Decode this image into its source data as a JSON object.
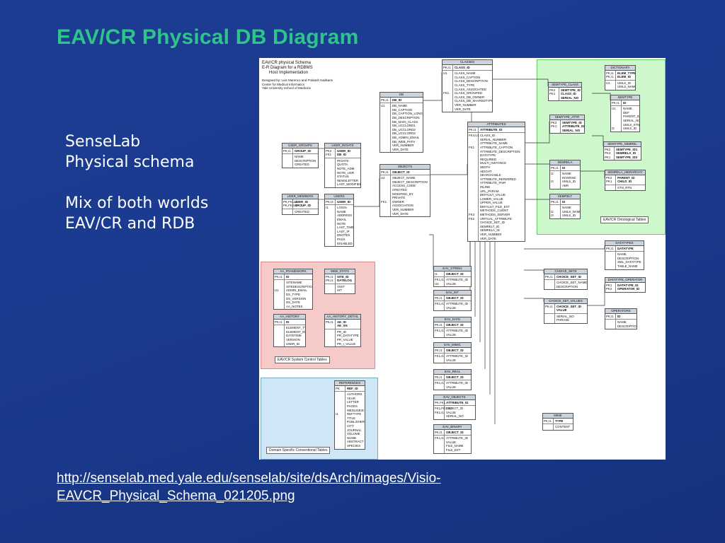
{
  "slide": {
    "title": "EAV/CR Physical DB Diagram",
    "bullets": [
      "SenseLab",
      "Physical schema",
      "",
      "Mix of both worlds",
      "EAV/CR and RDB"
    ],
    "link_lines": [
      "http://senselab.med.yale.edu/senselab/site/dsArch/images/Visio-",
      "EAVCR_Physical_Schema_021205.png"
    ]
  },
  "diagram": {
    "note": {
      "lines": [
        "EAV/CR physical Schema",
        "E-R Diagram for a RDBMS",
        "Host Implementation"
      ],
      "credits": [
        "Designed by: Luis Marenco and Prakash Nadkarni",
        "Center for Medical Informatics",
        "Yale University School of Medicine"
      ]
    },
    "region_labels": {
      "green": "EAV/CR Ontological Tables",
      "pink": "EAV/CR System Control Tables",
      "blue": "Domain Specific Conventional Tables"
    },
    "colors": {
      "green": "#ccf8cc",
      "pink": "#f7caca",
      "blue": "#cfe6f7",
      "header": "#cbd3dc"
    },
    "tables": [
      {
        "id": "classes",
        "name": "CLASSES",
        "rows": [
          {
            "k": "PK,I1",
            "f": "CLASS_ID",
            "b": true
          },
          {
            "k": "U1\n\n\n\n\nFK1",
            "f": "CLASS_NAME\nCLASS_CAPTION\nCLASS_DESCRIPTION\nCLASS_TYPE\nCLASS_ASSOCIATED\nCLASS_GROUPED\nCLASS_DB_OWNER\nCLASS_DB_SHAREDTYPE\nVER_NUMBER\nVER_DATE"
          }
        ]
      },
      {
        "id": "db",
        "name": "DB",
        "rows": [
          {
            "k": "PK,I1",
            "f": "DB_ID",
            "b": true
          },
          {
            "k": "U1",
            "f": "DB_NAME\nDB_CAPTION\nDB_CAPTION_LONG\nDB_DESCRIPTION\nDB_MAIN_CLASS\nDB_UCCLORD1\nDB_UCCLORD2\nDB_UCCLORD3\nDB_ADMIN_EMAIL\nDB_WEB_PATH\nVER_NUMBER\nVER_DATE"
          }
        ]
      },
      {
        "id": "dictionary",
        "name": "DICTIONARY",
        "rows": [
          {
            "k": "PK,I1\nPK,I1",
            "f": "ELEM_TYPE\nELEM_ID",
            "b": true
          },
          {
            "k": "U1",
            "f": "UMLS_ID\nUMLS_NAME"
          }
        ]
      },
      {
        "id": "semtype_class",
        "name": "SEMTYPE_CLASS",
        "rows": [
          {
            "k": "PK2\nPK1",
            "f": "SEMTYPE_ID\nCLASS_ID\nSERIAL_NO",
            "b": true
          }
        ]
      },
      {
        "id": "semtype",
        "name": "SEMTYPE",
        "rows": [
          {
            "k": "PK,I1",
            "f": "ID",
            "b": true
          },
          {
            "k": "U1\n\n\n\n\nI2",
            "f": "NAME\nDEF\nPARENT_ID\nSERIAL_NO\nUMLS_STN\nUMLS_ID"
          }
        ]
      },
      {
        "id": "semtype_attr",
        "name": "SEMTYPE_ATTR",
        "rows": [
          {
            "k": "PK2\nPK1",
            "f": "SEMTYPE_ID\nATTRIBUTE_ID\nSERIAL_NO",
            "b": true
          }
        ]
      },
      {
        "id": "semtype_semrel",
        "name": "SEMTYPE_SEMREL",
        "rows": [
          {
            "k": "PK2\nPK3\nPK1",
            "f": "SEMTYPE_ID1\nSEMRELA_ID\nSEMTYPE_ID2",
            "b": true
          }
        ]
      },
      {
        "id": "semrela",
        "name": "SEMRELA",
        "rows": [
          {
            "k": "PK,I1",
            "f": "ID",
            "b": true
          },
          {
            "k": "I2\n\nI3",
            "f": "NAME\nINVERSE\nUMLS_ID\nABR"
          }
        ]
      },
      {
        "id": "semrela_hier",
        "name": "SEMRELA_HIERARCHY",
        "rows": [
          {
            "k": "PK2\nPK1",
            "f": "PARENT_ID\nCHILD_ID",
            "b": true
          },
          {
            "k": "",
            "f": "STN_RTN"
          }
        ]
      },
      {
        "id": "semrelt",
        "name": "SEMRELT",
        "rows": [
          {
            "k": "PK,I1",
            "f": "ID",
            "b": true
          },
          {
            "k": "\nI2\nI3",
            "f": "NAME\nUMLS_NAME\nUMLS_ID"
          }
        ]
      },
      {
        "id": "user_groups",
        "name": "USER_GROUPS",
        "rows": [
          {
            "k": "PK,I1",
            "f": "GROUP_ID",
            "b": true
          },
          {
            "k": "",
            "f": "NAME\nDESCRIPTION\nCREATED"
          }
        ]
      },
      {
        "id": "user_rights",
        "name": "USER_RIGHTS",
        "rows": [
          {
            "k": "PK2\nFK1",
            "f": "USER_ID\nDB_ID",
            "b": true
          },
          {
            "k": "",
            "f": "RIGHTS\nQUOTA\nNOTE_ADM\nNOTE_USR\nSTATUS\nNEWSLETTER\nLAST_MODIFIED"
          }
        ]
      },
      {
        "id": "objects",
        "name": "OBJECTS",
        "rows": [
          {
            "k": "PK,I1",
            "f": "OBJECT_ID",
            "b": true
          },
          {
            "k": "U2\n\n\n\n\n\nFK1",
            "f": "OBJECT_NAME\nOBJECT_DESCRIPTION\nACCESS_CODE\nCREATED\nMODIFIED_BY\nPRIVATE\nOWNER\nASSOCIATION\nVER_NUMBER\nVER_DATE"
          }
        ]
      },
      {
        "id": "user_members",
        "name": "USER_MEMBERS",
        "rows": [
          {
            "k": "PK,FK1,I1\nPK,FK2,I1",
            "f": "USER_ID\nGROUP_ID",
            "b": true
          },
          {
            "k": "",
            "f": "CREATED"
          }
        ]
      },
      {
        "id": "users",
        "name": "USERS",
        "rows": [
          {
            "k": "PK,I2",
            "f": "USER_ID",
            "b": true
          },
          {
            "k": "I1",
            "f": "LOGIN\nNAME\nADDRESS\nEMAIL\nNOTE\nLAST_TIME\nLAST_IP\nDNOTES\nPASS\nDISABLED"
          }
        ]
      },
      {
        "id": "attributes",
        "name": "ATTRIBUTES",
        "rows": [
          {
            "k": "PK,I1",
            "f": "ATTRIBUTE_ID",
            "b": true
          },
          {
            "k": "FK4,U1\n\n\nFK1\n\n\n\n\n\n\n\n\n\n\n\n\n\n\n\n\nFK3\nFK2",
            "f": "CLASS_ID\nSERIAL_NUMBER\nATTRIBUTE_NAME\nATTRIBUTE_CAPTION\nATTRIBUTE_DESCRIPTION\nDATATYPE\nREQUIRED\nMULTI_INSTANCE\nWIDTH\nHEIGHT\nSEARCHABLE\nATTRIBUTE_REFERRED\nATTRIBUTE_PAIR\nINLINE\nURL_PARAM\nDEFAULT_VALUE\nLOWER_VALUE\nUPPER_VALUE\nDEFAULT_FILE_EXT\nMETHODS_CLIENT\nMETHODS_SERVER\nVIRTUAL_ATTRIBUTE\nCHOICE_SET_ID\nSEMRELT_ID\nSEMRELA_ID\nVER_NUMBER\nVER_DATE"
          }
        ]
      },
      {
        "id": "datatypes",
        "name": "DATATYPES",
        "rows": [
          {
            "k": "PK,I1",
            "f": "DATATYPE",
            "b": true
          },
          {
            "k": "",
            "f": "NAME\nDESCRIPTION\nXML_DATATYPE\nTABLE_NAME"
          }
        ]
      },
      {
        "id": "aa_framework",
        "name": "AA_FRAMEWORK",
        "rows": [
          {
            "k": "PK,I1",
            "f": "ID",
            "b": true
          },
          {
            "k": "\n\nU1",
            "f": "SITENAME\nSITEDESCRIPTION\nADMIN_EMAIL\nDS_TYPE\nDS_VERSION\nDS_DATE\nAA_NOTES"
          }
        ]
      },
      {
        "id": "web_stats",
        "name": "WEB_STATS",
        "rows": [
          {
            "k": "PK,I1\nPK,I1",
            "f": "SITE_ID\nDATELOG",
            "b": true
          },
          {
            "k": "",
            "f": "VISIT\nHIT"
          }
        ]
      },
      {
        "id": "aa_history",
        "name": "AA_HISTORY",
        "rows": [
          {
            "k": "PK,I1",
            "f": "ID",
            "b": true
          },
          {
            "k": "",
            "f": "ELEMENT_TYPE\nELEMENT_ID\nDATETIME\nVERSION\nUSER_ID"
          }
        ]
      },
      {
        "id": "aa_history_detail",
        "name": "AA_HISTORY_DETAIL",
        "rows": [
          {
            "k": "PK,I1",
            "f": "AE_ID\nAE_SN",
            "b": true
          },
          {
            "k": "",
            "f": "PR_ID\nPR_DATATYPE\nPR_VALUE\nPR_I_VALUE"
          }
        ]
      },
      {
        "id": "eav_string",
        "name": "EAV_STRING",
        "rows": [
          {
            "k": "I1",
            "f": "OBJECT_ID",
            "b": true
          },
          {
            "k": "FK1,I1\nU2",
            "f": "ATTRIBUTE_ID\nVALUE"
          }
        ]
      },
      {
        "id": "eav_int",
        "name": "EAV_INT",
        "rows": [
          {
            "k": "PK,I1",
            "f": "OBJECT_ID",
            "b": true
          },
          {
            "k": "FK1,I1",
            "f": "ATTRIBUTE_ID\nVALUE"
          }
        ]
      },
      {
        "id": "eav_date",
        "name": "EAV_DATE",
        "rows": [
          {
            "k": "PK,I1",
            "f": "OBJECT_ID",
            "b": true
          },
          {
            "k": "FK1,I1",
            "f": "ATTRIBUTE_ID\nVALUE"
          }
        ]
      },
      {
        "id": "eav_mimic",
        "name": "EAV_MIMIC",
        "rows": [
          {
            "k": "PK,I1",
            "f": "OBJECT_ID",
            "b": true
          },
          {
            "k": "FK1,I1",
            "f": "ATTRIBUTE_ID\nVALUE"
          }
        ]
      },
      {
        "id": "eav_real",
        "name": "EAV_REAL",
        "rows": [
          {
            "k": "PK,I1",
            "f": "OBJECT_ID",
            "b": true
          },
          {
            "k": "FK1,I1",
            "f": "ATTRIBUTE_ID\nVALUE"
          }
        ]
      },
      {
        "id": "eav_objects",
        "name": "EAV_OBJECTS",
        "rows": [
          {
            "k": "PK,FK1",
            "f": "ATTRIBUTE_ID",
            "b": true
          },
          {
            "k": "FK1,FK1,U2\nFK1,I1",
            "f": "OBJECT_ID\nVALUE\nSERIAL_NO"
          }
        ]
      },
      {
        "id": "eav_binary",
        "name": "EAV_BINARY",
        "rows": [
          {
            "k": "PK,I1",
            "f": "OBJECT_ID",
            "b": true
          },
          {
            "k": "FK1,I1",
            "f": "ATTRIBUTE_ID\nVALUE\nFILE_NAME\nFILE_EXT"
          }
        ]
      },
      {
        "id": "choice_sets",
        "name": "CHOICE_SETS",
        "rows": [
          {
            "k": "PK,I1",
            "f": "CHOICE_SET_ID",
            "b": true
          },
          {
            "k": "",
            "f": "CHOICE_SET_NAME\nDESCRIPTION"
          }
        ]
      },
      {
        "id": "choice_set_values",
        "name": "CHOICE_SET_VALUES",
        "rows": [
          {
            "k": "PK,I1",
            "f": "CHOICE_SET_ID\nVALUE",
            "b": true
          },
          {
            "k": "",
            "f": "SERIAL_NO\nPHRASE"
          }
        ]
      },
      {
        "id": "datatype_operator",
        "name": "DATATYPE_OPERATOR",
        "rows": [
          {
            "k": "PK1\nPK2",
            "f": "DATATYPE_ID\nOPERATOR_ID",
            "b": true
          }
        ]
      },
      {
        "id": "operators",
        "name": "OPERATORS",
        "rows": [
          {
            "k": "PK,I1",
            "f": "ID",
            "b": true
          },
          {
            "k": "",
            "f": "NAME\nDESCRIPTION"
          }
        ]
      },
      {
        "id": "references",
        "name": "REFERENCES",
        "rows": [
          {
            "k": "PK",
            "f": "REF_ID",
            "b": true
          },
          {
            "k": "\n\n\n\n\nI1",
            "f": "AUTHORS\nYEAR\nLETTER\nPAGES\nMEDLINEID\nREFTYPE\nTITLE\nPUBLISHER\nCITY\nJOURNAL\nVOLUME\nNUMB\nABSTRACT\nSPECIES"
          }
        ]
      },
      {
        "id": "mime",
        "name": "MIME",
        "rows": [
          {
            "k": "PK,I1",
            "f": "TYPE",
            "b": true
          },
          {
            "k": "",
            "f": "CONTENT"
          }
        ]
      }
    ]
  }
}
